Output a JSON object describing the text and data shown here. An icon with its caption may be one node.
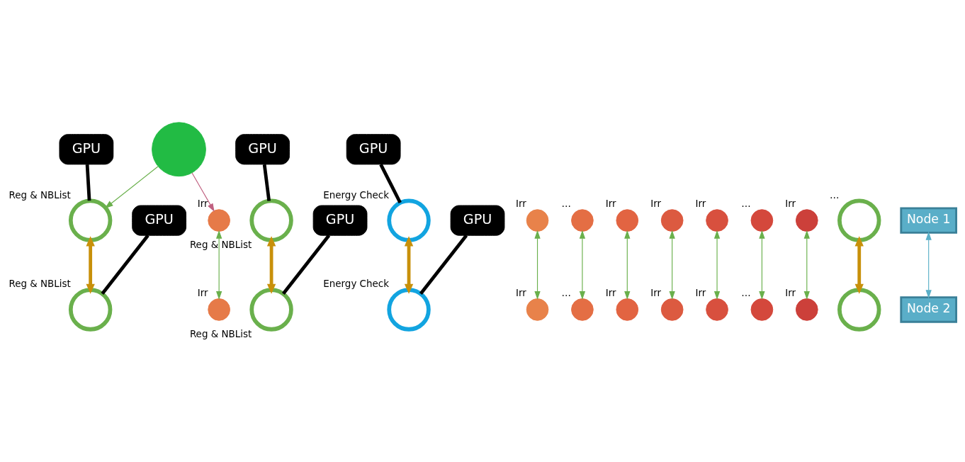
{
  "diagram": {
    "nodes": [
      {
        "text": [],
        "shape": "circle"
      },
      {
        "text": [
          "GPU"
        ]
      },
      {
        "text": [
          "GPU"
        ]
      },
      {
        "text": [
          "GPU"
        ]
      },
      {
        "text": [],
        "shape": "circle",
        "beside": [
          "Reg & NBList"
        ]
      },
      {
        "text": [],
        "shape": "circle",
        "beside": [
          "Irr"
        ]
      },
      {
        "text": [],
        "shape": "circle",
        "beside": [
          "Irr"
        ]
      },
      {
        "text": [],
        "shape": "circle",
        "beside": [
          "…"
        ]
      },
      {
        "text": [],
        "shape": "circle",
        "beside": [
          "Irr"
        ]
      },
      {
        "text": [],
        "shape": "circle",
        "beside": [
          "Reg & NBList"
        ]
      },
      {
        "text": [],
        "shape": "circle",
        "beside": [
          "Irr"
        ]
      },
      {
        "text": [],
        "shape": "circle",
        "beside": [
          "Irr"
        ]
      },
      {
        "text": [],
        "shape": "circle",
        "beside": [
          "…"
        ]
      },
      {
        "text": [],
        "shape": "circle",
        "beside": [
          "Irr"
        ]
      },
      {
        "text": [],
        "shape": "circle",
        "beside": [
          "…"
        ]
      },
      {
        "text": [],
        "shape": "circle",
        "beside": [
          "Energy Check"
        ]
      },
      {
        "text": [
          "Node 1"
        ]
      },
      {
        "text": [
          "GPU"
        ]
      },
      {
        "text": [
          "GPU"
        ]
      },
      {
        "text": [
          "GPU"
        ]
      },
      {
        "text": [],
        "shape": "circle",
        "beside": [
          "Reg & NBList"
        ]
      },
      {
        "text": [],
        "shape": "circle",
        "beside": [
          "Irr"
        ]
      },
      {
        "text": [],
        "shape": "circle",
        "beside": [
          "Irr"
        ]
      },
      {
        "text": [],
        "shape": "circle",
        "beside": [
          "…"
        ]
      },
      {
        "text": [],
        "shape": "circle",
        "beside": [
          "Irr"
        ]
      },
      {
        "text": [],
        "shape": "circle",
        "beside": [
          "Reg & NBList"
        ]
      },
      {
        "text": [],
        "shape": "circle",
        "beside": [
          "Irr"
        ]
      },
      {
        "text": [],
        "shape": "circle",
        "beside": [
          "Irr"
        ]
      },
      {
        "text": [],
        "shape": "circle",
        "beside": [
          "…"
        ]
      },
      {
        "text": [],
        "shape": "circle",
        "beside": [
          "Irr"
        ]
      },
      {
        "text": [],
        "shape": "circle"
      },
      {
        "text": [],
        "shape": "circle",
        "beside": [
          "Energy Check"
        ]
      },
      {
        "text": [
          "Node 2"
        ]
      }
    ],
    "edges": [
      {
        "from": 0,
        "to": 4,
        "arrow": "to"
      },
      {
        "from": 0,
        "to": 6,
        "arrow": "to",
        "color": "#c06080"
      },
      {
        "from": 1,
        "to": 4,
        "arrow": "none",
        "style": "thick",
        "color": "#000000"
      },
      {
        "from": 2,
        "to": 9,
        "arrow": "none",
        "style": "thick",
        "color": "#000000"
      },
      {
        "from": 3,
        "to": 15,
        "arrow": "none",
        "style": "thick",
        "color": "#000000"
      },
      {
        "from": 17,
        "to": 20,
        "arrow": "none",
        "style": "thick",
        "color": "#000000"
      },
      {
        "from": 18,
        "to": 25,
        "arrow": "none",
        "style": "thick",
        "color": "#000000"
      },
      {
        "from": 19,
        "to": 31,
        "arrow": "none",
        "style": "thick",
        "color": "#000000"
      },
      {
        "from": 4,
        "to": 20,
        "arrow": "both",
        "style": "thick",
        "color": "#c8900a"
      },
      {
        "from": 5,
        "to": 21,
        "arrow": "both"
      },
      {
        "from": 6,
        "to": 22,
        "arrow": "both"
      },
      {
        "from": 7,
        "to": 23,
        "arrow": "both"
      },
      {
        "from": 8,
        "to": 24,
        "arrow": "both"
      },
      {
        "from": 9,
        "to": 25,
        "arrow": "both",
        "style": "thick",
        "color": "#c8900a"
      },
      {
        "from": 10,
        "to": 26,
        "arrow": "both"
      },
      {
        "from": 11,
        "to": 27,
        "arrow": "both"
      },
      {
        "from": 12,
        "to": 28,
        "arrow": "both"
      },
      {
        "from": 13,
        "to": 29,
        "arrow": "both"
      },
      {
        "from": 14,
        "to": 30,
        "arrow": "both",
        "style": "thick",
        "color": "#c8900a"
      },
      {
        "from": 15,
        "to": 31,
        "arrow": "both",
        "style": "thick",
        "color": "#c8900a"
      },
      {
        "from": 16,
        "to": 32,
        "arrow": "both",
        "color": "#5bb0c8"
      }
    ]
  }
}
